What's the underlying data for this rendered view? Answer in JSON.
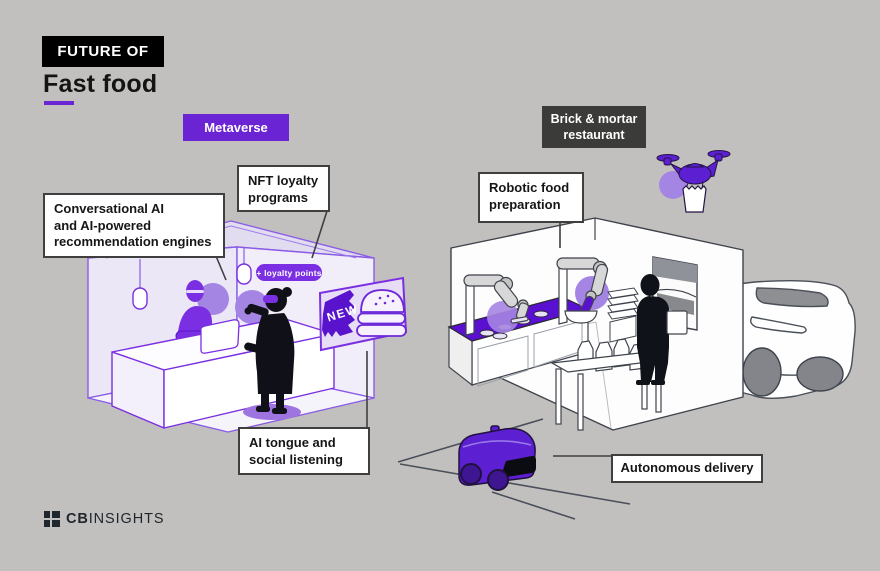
{
  "header": {
    "kicker": "FUTURE OF",
    "title": "Fast food"
  },
  "badges": {
    "metaverse": {
      "label": "Metaverse"
    },
    "brick_mortar": {
      "lines": [
        "Brick & mortar",
        "restaurant"
      ]
    }
  },
  "callouts": {
    "conversational_ai": {
      "lines": [
        "Conversational AI",
        "and AI-powered",
        "recommendation engines"
      ]
    },
    "nft_loyalty": {
      "lines": [
        "NFT loyalty",
        "programs"
      ]
    },
    "robotic_food": {
      "lines": [
        "Robotic food",
        "preparation"
      ]
    },
    "ai_tongue": {
      "lines": [
        "AI tongue and",
        "social listening"
      ]
    },
    "autonomous_delivery": {
      "label": "Autonomous delivery"
    }
  },
  "scene": {
    "loyalty_pill": "+ loyalty points",
    "new_sign": "NEW",
    "elements": [
      "metaverse-store",
      "virtual-assistant-avatar",
      "vr-headset-customer",
      "menu-screen-burger",
      "pendant-lamp",
      "robot-arm-grill",
      "robot-arm-mixer",
      "kitchen-worker",
      "pickup-window",
      "drive-thru-car",
      "delivery-drone",
      "delivery-robot",
      "road-markings"
    ]
  },
  "footer": {
    "brand_bold": "CB",
    "brand_rest": "INSIGHTS"
  },
  "colors": {
    "background": "#c1c0be",
    "accent_purple": "#6b24d4",
    "deep_purple": "#5a10d0",
    "bright_purple": "#7a2fe2",
    "light_purple": "#a585e3",
    "pale_lavender": "#ece7f6",
    "ink": "#1d1d1b",
    "badge_dark": "#3b3b39",
    "outline_dark": "#3f434c"
  }
}
